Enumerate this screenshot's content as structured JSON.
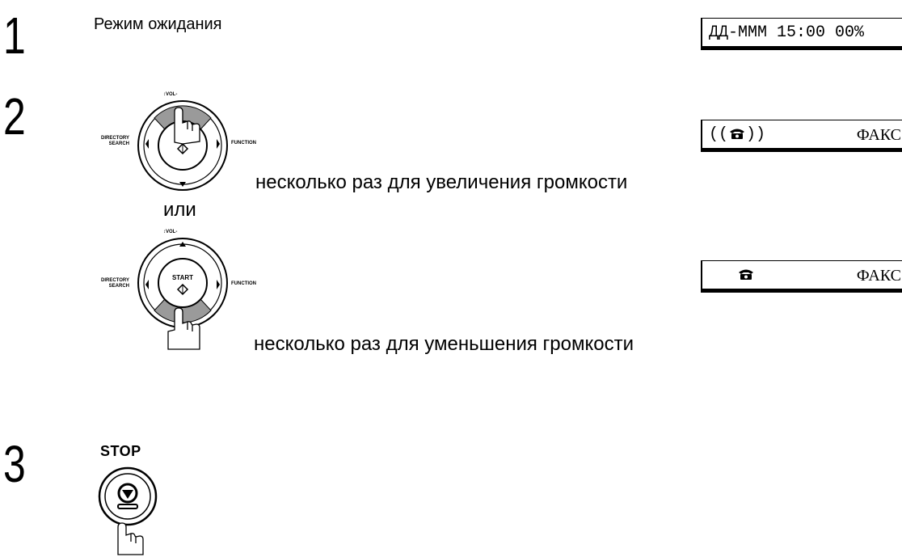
{
  "steps": [
    {
      "number": "1",
      "caption": "Режим ожидания"
    },
    {
      "number": "2"
    },
    {
      "number": "3"
    }
  ],
  "step2": {
    "caption_up": "несколько раз для увеличения громкости",
    "or_text": "или",
    "caption_down": "несколько раз для уменьшения громкости"
  },
  "keypad": {
    "vol_label": "VOL",
    "directory_label_line1": "DIRECTORY",
    "directory_label_line2": "SEARCH",
    "function_label": "FUNCTION",
    "start_label": "START"
  },
  "stop_button": {
    "label": "STOP"
  },
  "displays": [
    {
      "text": "ДД-МММ 15:00 00%"
    },
    {
      "left_open": "((",
      "left_close": "))",
      "right": "ФАКС",
      "icon": "phone-icon"
    },
    {
      "right": "ФАКС",
      "icon": "phone-icon"
    }
  ]
}
